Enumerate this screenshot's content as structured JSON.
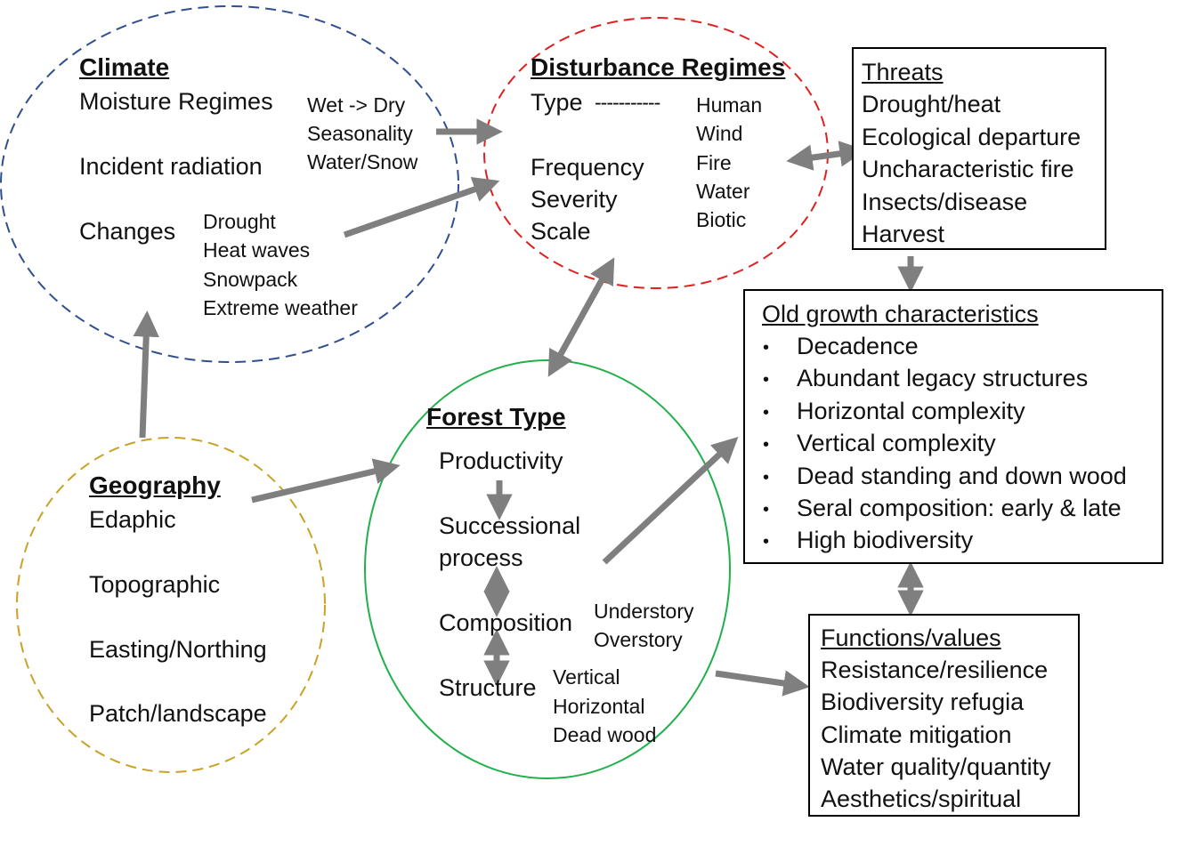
{
  "climate": {
    "title": "Climate",
    "moisture": "Moisture Regimes",
    "radiation": "Incident radiation",
    "changes": "Changes",
    "moisture_sub": [
      "Wet -> Dry",
      "Seasonality",
      "Water/Snow"
    ],
    "changes_sub": [
      "Drought",
      "Heat waves",
      "Snowpack",
      "Extreme weather"
    ]
  },
  "disturbance": {
    "title": "Disturbance Regimes",
    "type": "Type",
    "dashes": "-----------",
    "attrs": [
      "Frequency",
      "Severity",
      "Scale"
    ],
    "types": [
      "Human",
      "Wind",
      "Fire",
      "Water",
      "Biotic"
    ]
  },
  "threats": {
    "title": "Threats",
    "items": [
      "Drought/heat",
      "Ecological departure",
      "Uncharacteristic fire",
      "Insects/disease",
      "Harvest"
    ]
  },
  "old_growth": {
    "title": "Old growth characteristics",
    "bullet": "•",
    "items": [
      "Decadence",
      "Abundant legacy structures",
      "Horizontal complexity",
      "Vertical complexity",
      "Dead standing and down wood",
      "Seral composition: early & late",
      "High biodiversity"
    ]
  },
  "functions": {
    "title": "Functions/values",
    "items": [
      "Resistance/resilience",
      "Biodiversity refugia",
      "Climate mitigation",
      "Water quality/quantity",
      "Aesthetics/spiritual"
    ]
  },
  "geography": {
    "title": "Geography",
    "items": [
      "Edaphic",
      "Topographic",
      "Easting/Northing",
      "Patch/landscape"
    ]
  },
  "forest": {
    "title": "Forest Type",
    "productivity": "Productivity",
    "successional": [
      "Successional",
      "process"
    ],
    "composition": "Composition",
    "structure": "Structure",
    "composition_sub": [
      "Understory",
      "Overstory"
    ],
    "structure_sub": [
      "Vertical",
      "Horizontal",
      "Dead wood"
    ]
  },
  "colors": {
    "climate": "#2f4f8f",
    "disturbance": "#e02020",
    "geography": "#c9a227",
    "forest": "#22b04c",
    "arrow": "#7f7f7f"
  }
}
